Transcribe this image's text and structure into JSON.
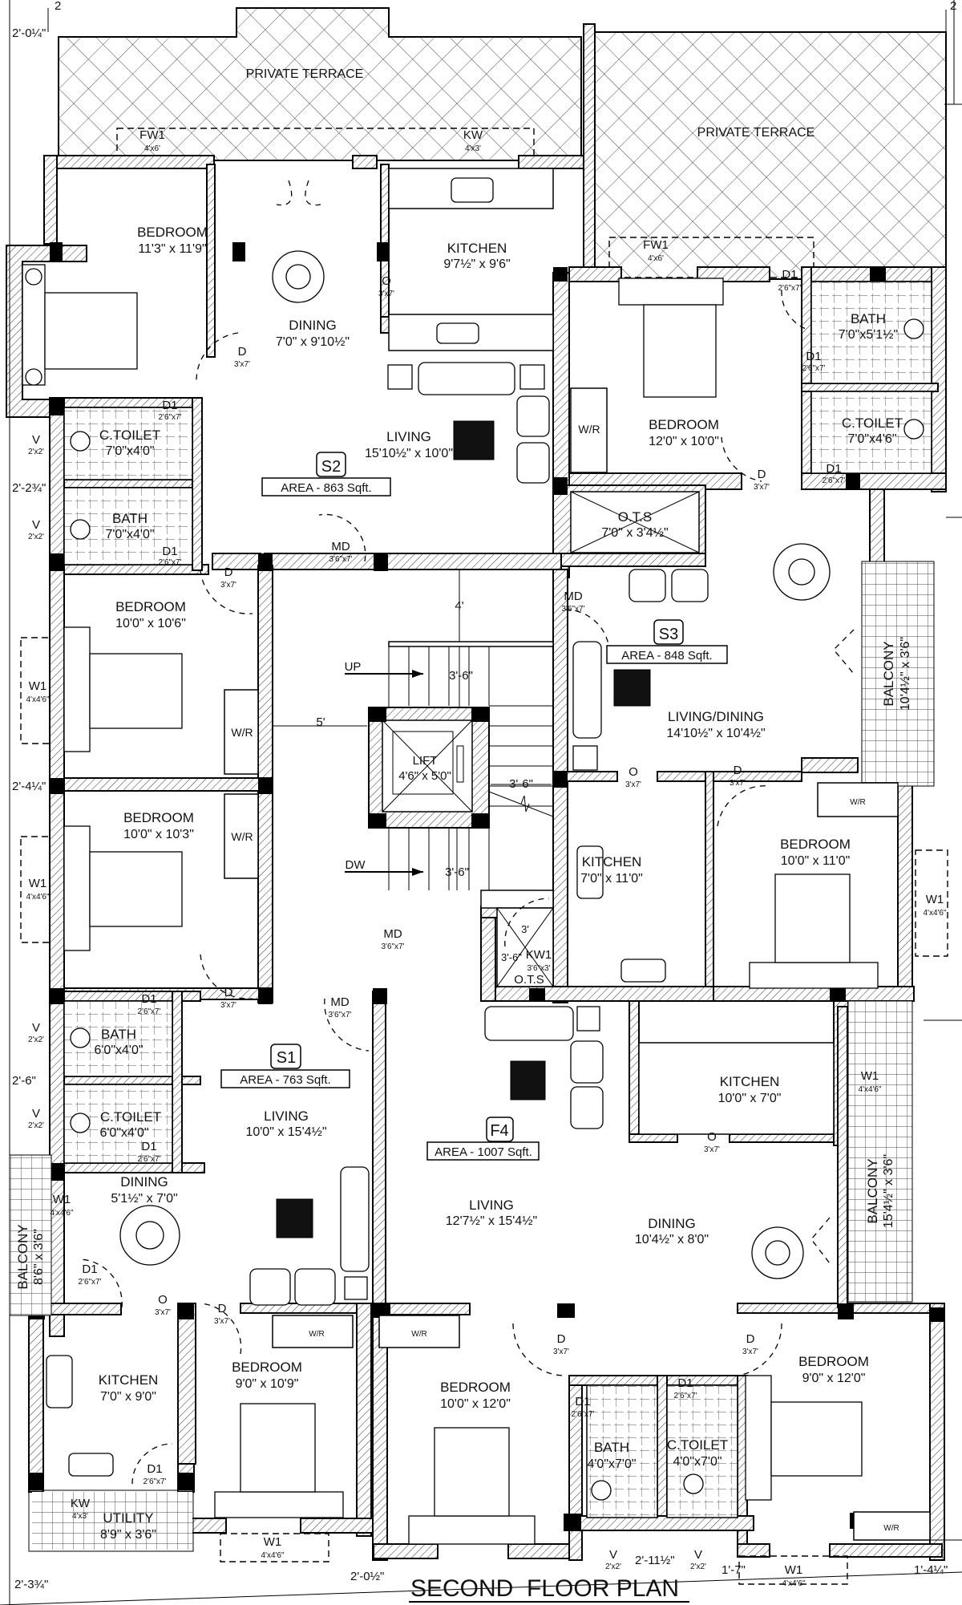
{
  "title": "SECOND  FLOOR PLAN",
  "units": [
    {
      "id": "S2",
      "area": "AREA - 863 Sqft."
    },
    {
      "id": "S3",
      "area": "AREA - 848 Sqft."
    },
    {
      "id": "S1",
      "area": "AREA - 763 Sqft."
    },
    {
      "id": "F4",
      "area": "AREA - 1007 Sqft."
    }
  ],
  "rooms": {
    "terrace_left": {
      "name": "PRIVATE TERRACE"
    },
    "terrace_right": {
      "name": "PRIVATE TERRACE"
    },
    "s2_bedroom": {
      "name": "BEDROOM",
      "size": "11'3\" x 11'9\""
    },
    "s2_dining": {
      "name": "DINING",
      "size": "7'0\" x 9'10½\""
    },
    "s2_kitchen": {
      "name": "KITCHEN",
      "size": "9'7½\" x 9'6\""
    },
    "s2_living": {
      "name": "LIVING",
      "size": "15'10½\" x 10'0\""
    },
    "s2_ctoilet": {
      "name": "C.TOILET",
      "size": "7'0\"x4'0\""
    },
    "s2_bath": {
      "name": "BATH",
      "size": "7'0\"x4'0\""
    },
    "s2_bed2": {
      "name": "BEDROOM",
      "size": "10'0\" x 10'6\""
    },
    "s2_bed3": {
      "name": "BEDROOM",
      "size": "10'0\" x 10'3\""
    },
    "s3_bedroom": {
      "name": "BEDROOM",
      "size": "12'0\" x 10'0\""
    },
    "s3_bath": {
      "name": "BATH",
      "size": "7'0\"x5'1½\""
    },
    "s3_ctoilet": {
      "name": "C.TOILET",
      "size": "7'0\"x4'6\""
    },
    "ots": {
      "name": "O.T.S",
      "size": "7'0\" x 3'4½\""
    },
    "s3_living": {
      "name": "LIVING/DINING",
      "size": "14'10½\" x 10'4½\""
    },
    "s3_balcony": {
      "name": "BALCONY",
      "size": "10'4½\" x 3'6\""
    },
    "s3_kitchen": {
      "name": "KITCHEN",
      "size": "7'0\" x 11'0\""
    },
    "s3_bed2": {
      "name": "BEDROOM",
      "size": "10'0\" x 11'0\""
    },
    "lift": {
      "name": "LIFT",
      "size": "4'6\" x 5'0\""
    },
    "s1_bath": {
      "name": "BATH",
      "size": "6'0\"x4'0\""
    },
    "s1_ctoilet": {
      "name": "C.TOILET",
      "size": "6'0\"x4'0\""
    },
    "s1_living": {
      "name": "LIVING",
      "size": "10'0\" x 15'4½\""
    },
    "s1_dining": {
      "name": "DINING",
      "size": "5'1½\" x 7'0\""
    },
    "s1_balcony": {
      "name": "BALCONY",
      "size": "8'6\" x 3'6\""
    },
    "s1_kitchen": {
      "name": "KITCHEN",
      "size": "7'0\" x 9'0\""
    },
    "s1_utility": {
      "name": "UTILITY",
      "size": "8'9\" x 3'6\""
    },
    "s1_bedroom": {
      "name": "BEDROOM",
      "size": "9'0\" x 10'9\""
    },
    "f4_kitchen": {
      "name": "KITCHEN",
      "size": "10'0\" x 7'0\""
    },
    "f4_living": {
      "name": "LIVING",
      "size": "12'7½\" x 15'4½\""
    },
    "f4_dining": {
      "name": "DINING",
      "size": "10'4½\" x 8'0\""
    },
    "f4_balcony": {
      "name": "BALCONY",
      "size": "15'4½\" x 3'6\""
    },
    "f4_bedroom": {
      "name": "BEDROOM",
      "size": "10'0\" x 12'0\""
    },
    "f4_bath": {
      "name": "BATH",
      "size": "4'0\"x7'0\""
    },
    "f4_ctoilet": {
      "name": "C.TOILET",
      "size": "4'0\"x7'0\""
    },
    "f4_bed2": {
      "name": "BEDROOM",
      "size": "9'0\" x 12'0\""
    }
  },
  "openings": {
    "FW1": "FW1",
    "FW1_size": "4'x6'",
    "KW": "KW",
    "KW_size": "4'x3'",
    "KW1": "KW1",
    "KW1_size": "3'6\"x3'",
    "W1": "W1",
    "W1_size": "4'x4'6\"",
    "D": "D",
    "D_size": "3'x7'",
    "D1": "D1",
    "D1_size": "2'6\"x7'",
    "MD": "MD",
    "MD_size": "3'6\"x7'",
    "O": "O",
    "O_size": "3'x7'",
    "V": "V",
    "V_size": "2'x2'",
    "WR": "W/R"
  },
  "stair": {
    "up": "UP",
    "down": "DW",
    "d_4": "4'",
    "d_36a": "3'-6\"",
    "d_36b": "3'-6\"",
    "d_36c": "3'-6\"",
    "d_5": "5'",
    "d_3": "3'",
    "d_36d": "3'-6\""
  },
  "dims": {
    "top_left": "2'-0¼\"",
    "left_1": "2'-2¾\"",
    "left_2": "2'-4¼\"",
    "left_3": "2'-6\"",
    "bottom_left": "2'-3¾\"",
    "bottom_mid": "2'-0½\"",
    "bottom_11": "2'-11½\"",
    "bottom_17": "1'-7\"",
    "bottom_right": "1'-4¼\"",
    "top_tick": "2"
  }
}
